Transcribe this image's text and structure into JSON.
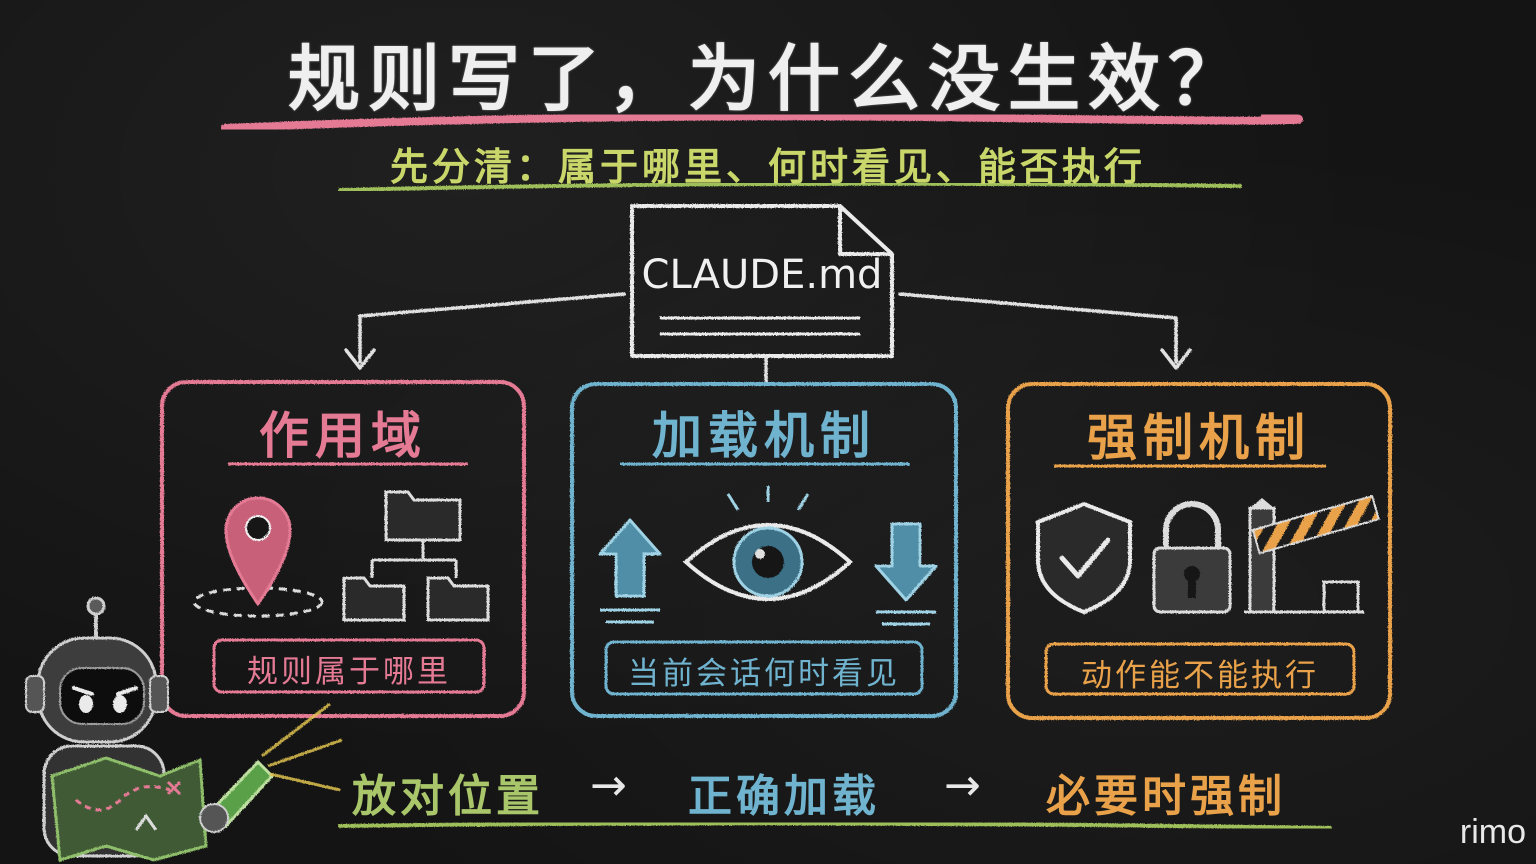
{
  "header": {
    "title": "规则写了，为什么没生效？",
    "subtitle": "先分清：属于哪里、何时看见、能否执行"
  },
  "file": {
    "label": "CLAUDE.md"
  },
  "panels": [
    {
      "title": "作用域",
      "caption": "规则属于哪里",
      "color": "#e57a95"
    },
    {
      "title": "加载机制",
      "caption": "当前会话何时看见",
      "color": "#6fb3cf"
    },
    {
      "title": "强制机制",
      "caption": "动作能不能执行",
      "color": "#e9a24a"
    }
  ],
  "flow": {
    "steps": [
      {
        "label": "放对位置",
        "color": "#a9c66a"
      },
      {
        "label": "正确加载",
        "color": "#6fb3cf"
      },
      {
        "label": "必要时强制",
        "color": "#e9a24a"
      }
    ],
    "arrow": "→"
  },
  "watermark": "rimo",
  "icons": {
    "scope": [
      "map-pin-icon",
      "folder-tree-icon"
    ],
    "loading": [
      "upload-arrow-icon",
      "eye-icon",
      "download-arrow-icon"
    ],
    "enforce": [
      "shield-check-icon",
      "padlock-icon",
      "barrier-gate-icon"
    ],
    "mascot": "robot-with-map-and-flashlight"
  }
}
